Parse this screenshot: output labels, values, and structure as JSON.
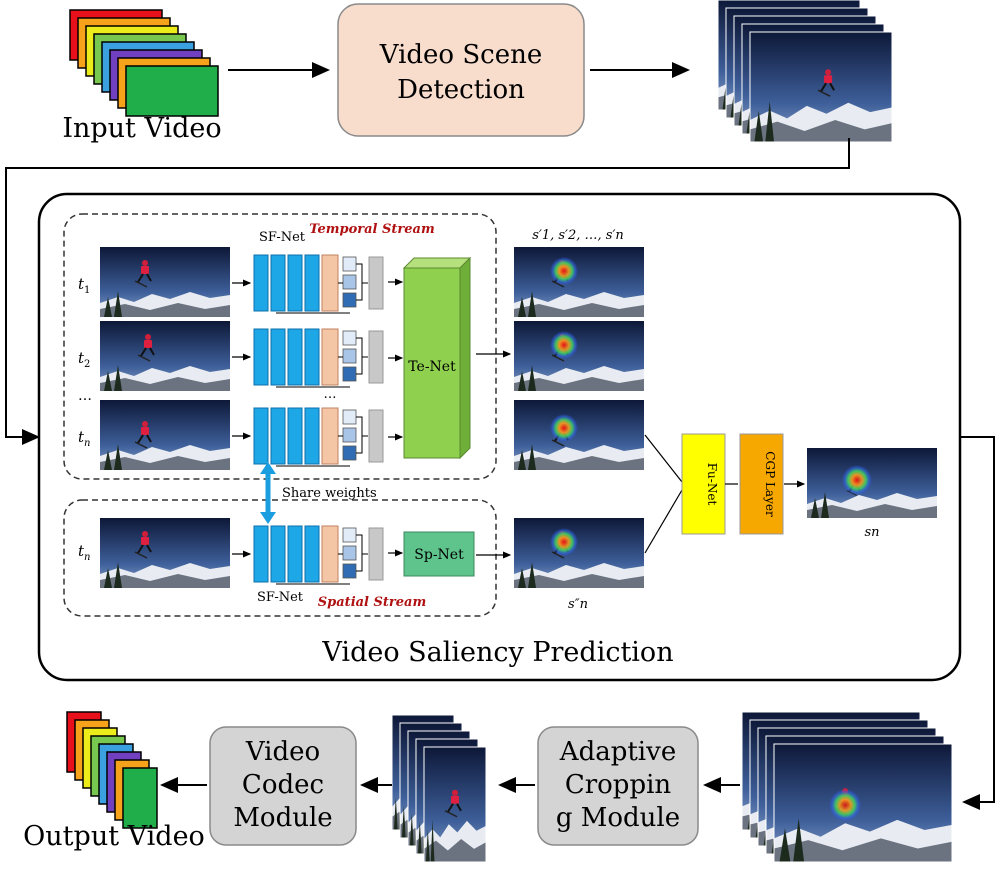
{
  "input_label": "Input Video",
  "output_label": "Output Video",
  "scene_detection_label": [
    "Video Scene",
    "Detection"
  ],
  "saliency_title": "Video Saliency Prediction",
  "temporal_stream_label": "Temporal Stream",
  "spatial_stream_label": "Spatial Stream",
  "sfnet_label": "SF-Net",
  "tenet_label": "Te-Net",
  "spnet_label": "Sp-Net",
  "fu_net_label": "Fu-Net",
  "cgp_layer_label": "CGP Layer",
  "share_weights_label": "Share weights",
  "time_labels": [
    "t",
    "t",
    "t",
    "t"
  ],
  "time_subscripts": [
    "1",
    "2",
    "n",
    "n"
  ],
  "ellipsis": "…",
  "temporal_output_label": "s′1, s′2, …, s′n",
  "spatial_output_label": "s″n",
  "final_output_label": "sn",
  "cropping_label": [
    "Adaptive",
    "Croppin",
    "g Module"
  ],
  "codec_label": [
    "Video",
    "Codec",
    "Module"
  ],
  "colors": {
    "scene_box": "#f8dccc",
    "module_box": "#d4d4d4",
    "stream_red": "#b01010",
    "sf_block": "#1ea7e6",
    "sf_peach": "#f5c6a5",
    "tenet": "#8fd14f",
    "spnet": "#5ec48c",
    "funet": "#ffff00",
    "cgp": "#f7a800",
    "frame_stack": [
      "#e8101a",
      "#f7a21b",
      "#ecec1a",
      "#78c850",
      "#3aa0e0",
      "#7040c0",
      "#f7a21b",
      "#1fae4a"
    ]
  }
}
